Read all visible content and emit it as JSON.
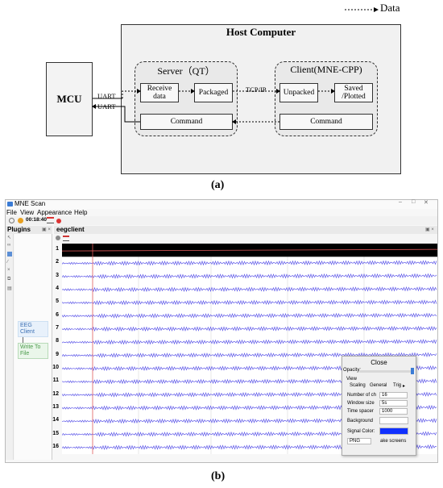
{
  "diagram": {
    "legend_label": "Data",
    "host_title": "Host Computer",
    "mcu_label": "MCU",
    "server_title": "Server（QT）",
    "client_title": "Client(MNE-CPP)",
    "receive_label": "Receive data",
    "packaged_label": "Packaged",
    "unpacked_label": "Unpacked",
    "saved_label": "Saved /Plotted",
    "server_command_label": "Command",
    "client_command_label": "Command",
    "uart_top_label": "UART",
    "uart_bottom_label": "UART",
    "tcpip_label": "TCP/IP",
    "caption": "(a)"
  },
  "app": {
    "window_title": "MNE Scan",
    "menu": [
      "File",
      "View",
      "Appearance",
      "Help"
    ],
    "timer": "00:18:40",
    "plugins_header": "Plugins",
    "panel_header": "eegclient",
    "plugin_nodes": [
      "EEG Client",
      "Write To File"
    ],
    "channels": [
      "1",
      "2",
      "3",
      "4",
      "5",
      "6",
      "7",
      "8",
      "9",
      "10",
      "11",
      "12",
      "13",
      "14",
      "15",
      "16"
    ],
    "colors": {
      "signal": "#5b55e8",
      "marker": "#e05a5a",
      "signal_swatch": "#1030ff"
    },
    "dialog": {
      "title": "Close",
      "opacity_label": "Opacity:",
      "view_label": "View",
      "tabs": [
        "Scaling",
        "General",
        "Trig"
      ],
      "num_channels_label": "Number of ch",
      "num_channels_value": "16",
      "window_size_label": "Window size",
      "window_size_value": "5s",
      "time_spacer_label": "Time spacer",
      "time_spacer_value": "1000",
      "background_label": "Background",
      "signal_color_label": "Signal Color:",
      "format_value": "PNG",
      "screenshot_label": "ake screens"
    }
  },
  "caption_b": "(b)"
}
